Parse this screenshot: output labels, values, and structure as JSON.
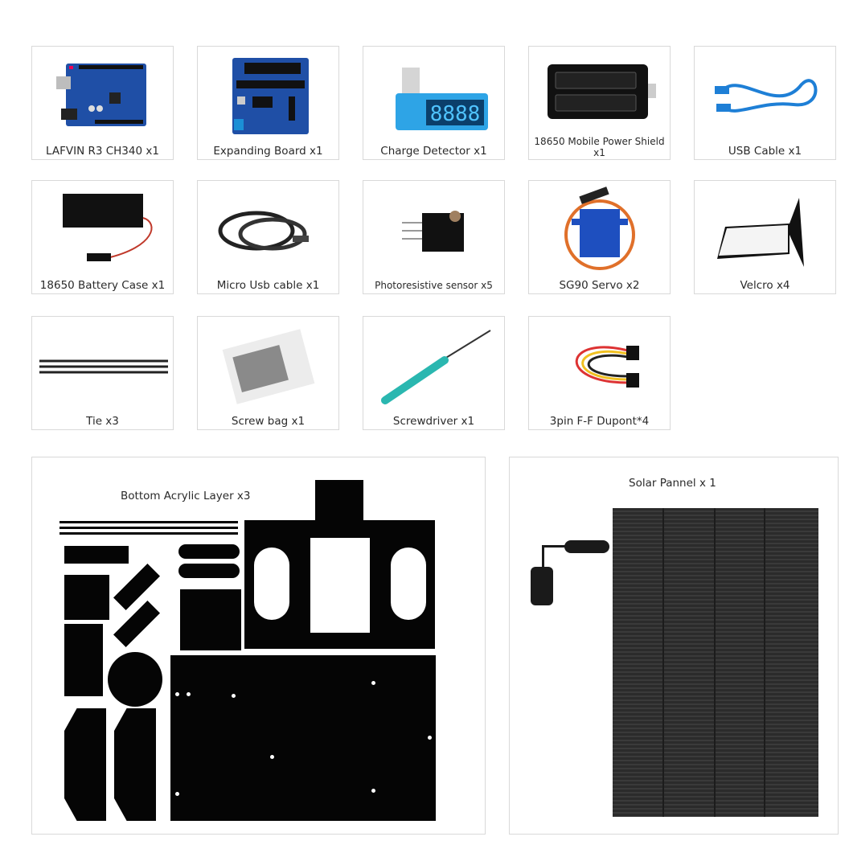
{
  "items": [
    {
      "label": "LAFVIN R3 CH340  x1",
      "icon": "arduino-board"
    },
    {
      "label": "Expanding Board x1",
      "icon": "sensor-shield-board"
    },
    {
      "label": "Charge Detector x1",
      "icon": "usb-charge-detector"
    },
    {
      "label": "18650 Mobile Power Shield x1",
      "icon": "battery-shield"
    },
    {
      "label": "USB Cable x1",
      "icon": "usb-cable"
    },
    {
      "label": "18650 Battery Case x1",
      "icon": "battery-case"
    },
    {
      "label": "Micro Usb cable x1",
      "icon": "micro-usb-cable"
    },
    {
      "label": "Photoresistive sensor x5",
      "icon": "photoresistor-module"
    },
    {
      "label": "SG90 Servo x2",
      "icon": "servo-motor"
    },
    {
      "label": "Velcro x4",
      "icon": "velcro-strip"
    },
    {
      "label": "Tie x3",
      "icon": "cable-ties"
    },
    {
      "label": "Screw bag x1",
      "icon": "screw-bag"
    },
    {
      "label": "Screwdriver x1",
      "icon": "screwdriver"
    },
    {
      "label": "3pin F-F Dupont*4",
      "icon": "dupont-wire"
    }
  ],
  "acrylic": {
    "title": "Bottom Acrylic Layer x3"
  },
  "solar": {
    "title": "Solar Pannel x 1"
  },
  "colors": {
    "border": "#d9d9d9",
    "pcb_blue": "#1f4fa6",
    "acrylic": "#050505",
    "solar": "#2b2b2b",
    "detector_blue": "#2ea4e6",
    "screwdriver_teal": "#2ab7b0"
  }
}
